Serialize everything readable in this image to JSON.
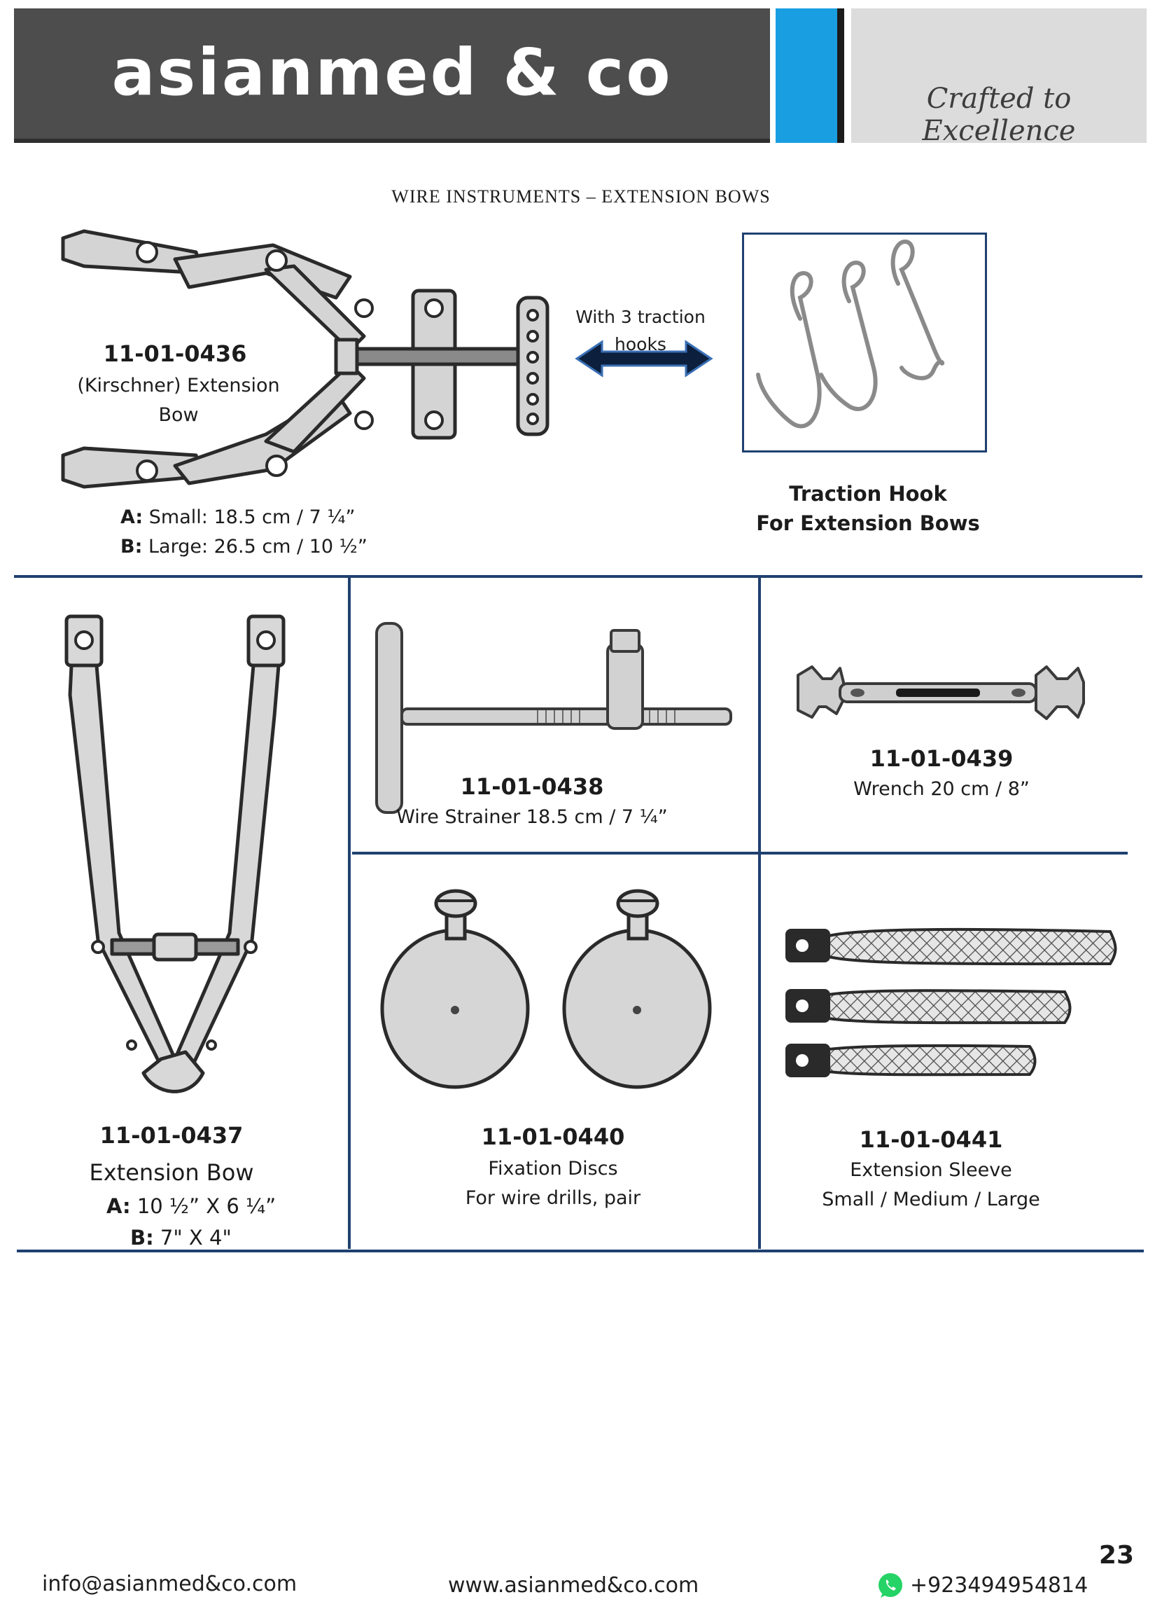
{
  "header": {
    "brand": "asianmed & co",
    "tagline": "Crafted to Excellence"
  },
  "section_title": "WIRE INSTRUMENTS – EXTENSION BOWS",
  "products": {
    "p0436": {
      "code": "11-01-0436",
      "name": "(Kirschner) Extension Bow",
      "sizes": [
        {
          "key": "A:",
          "text": "Small: 18.5 cm / 7 ¼”"
        },
        {
          "key": "B:",
          "text": "Large: 26.5 cm / 10 ½”"
        }
      ]
    },
    "traction_note": "With 3 traction hooks",
    "traction_hook": {
      "line1": "Traction Hook",
      "line2": "For Extension Bows"
    },
    "p0437": {
      "code": "11-01-0437",
      "name": "Extension Bow",
      "sizes": [
        {
          "key": "A:",
          "text": "10 ½” X 6 ¼”"
        },
        {
          "key": "B:",
          "text": "7\" X 4\""
        }
      ]
    },
    "p0438": {
      "code": "11-01-0438",
      "name": "Wire Strainer 18.5 cm / 7 ¼”"
    },
    "p0439": {
      "code": "11-01-0439",
      "name": "Wrench 20 cm / 8”"
    },
    "p0440": {
      "code": "11-01-0440",
      "line1": "Fixation Discs",
      "line2": "For wire drills, pair"
    },
    "p0441": {
      "code": "11-01-0441",
      "line1": "Extension Sleeve",
      "line2": "Small / Medium / Large"
    }
  },
  "footer": {
    "email": "info@asianmed&co.com",
    "website": "www.asianmed&co.com",
    "phone": "+923494954814",
    "page_number": "23"
  },
  "colors": {
    "header_dark": "#4d4d4d",
    "accent_blue": "#1a9ee2",
    "rule_navy": "#1f4170",
    "whatsapp_green": "#25d366"
  }
}
